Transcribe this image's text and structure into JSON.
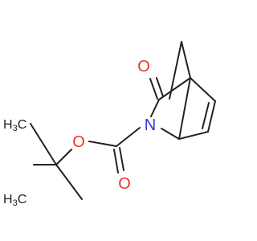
{
  "molecule": {
    "atoms": {
      "carbonyl_oxygen": "O",
      "ester_oxygen": "O",
      "carbamate_oxygen": "O",
      "nitrogen": "N"
    },
    "methyl_groups": [
      {
        "prefix": "H",
        "subscript": "3",
        "suffix": "C"
      },
      {
        "prefix": "H",
        "subscript": "3",
        "suffix": "C"
      }
    ],
    "colors": {
      "oxygen": "#e8352b",
      "nitrogen": "#2b36d8",
      "carbon_bond": "#222222",
      "background": "#ffffff"
    }
  }
}
